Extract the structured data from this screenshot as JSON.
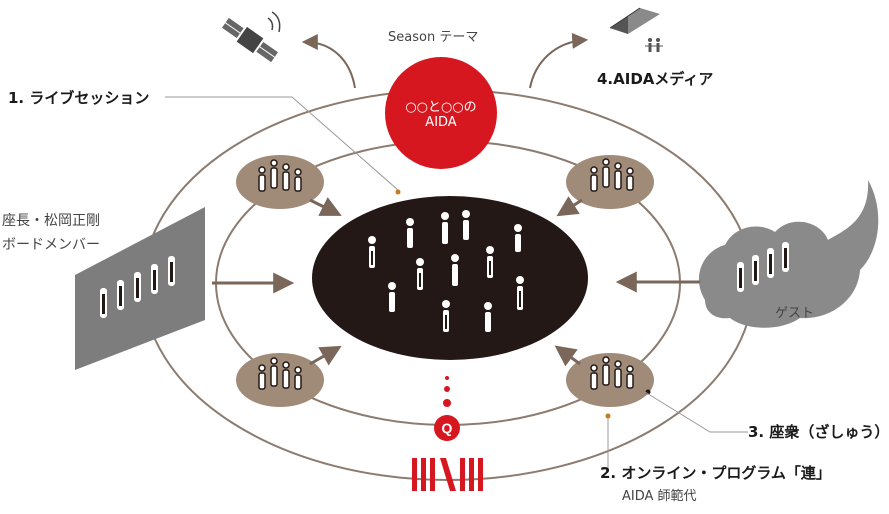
{
  "colors": {
    "accent_red": "#d7171f",
    "dark_core": "#231815",
    "ring_stroke": "#8c7b6e",
    "group_fill": "#a08a78",
    "arrow": "#7a675a",
    "guest_cloud": "#8a8a8a",
    "board_panel": "#7d7d7d",
    "leader_line": "#9a9a9a"
  },
  "top_label": "Season テーマ",
  "center_circle": {
    "line1": "○○と○○の",
    "line2": "AIDA"
  },
  "labels": {
    "live_session": "1. ライブセッション",
    "online_program": "2. オンライン・プログラム「連」",
    "audience": "3. 座衆（ざしゅう）",
    "media": "4.AIDAメディア",
    "chair_line1": "座長・松岡正剛",
    "chair_line2": "ボードメンバー",
    "guest": "ゲスト",
    "mentor": "AIDA 師範代"
  },
  "icons": {
    "satellite": "satellite-icon",
    "tent": "tent-icon",
    "people": "people-icon",
    "q_logo": "q-logo-icon",
    "brand_logo": "brand-logo-icon"
  }
}
